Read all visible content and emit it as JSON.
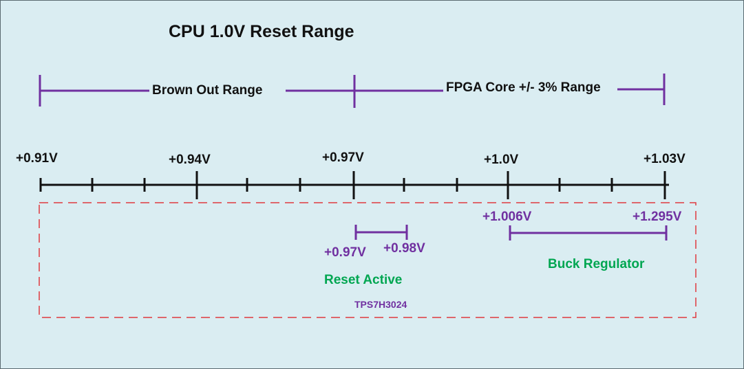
{
  "title": "CPU 1.0V Reset Range",
  "ranges": {
    "brown_out": "Brown Out Range",
    "fpga_core": "FPGA Core +/- 3% Range"
  },
  "axis": {
    "labels": [
      "+0.91V",
      "+0.94V",
      "+0.97V",
      "+1.0V",
      "+1.03V"
    ]
  },
  "reset": {
    "low": "+0.97V",
    "high": "+0.98V",
    "label": "Reset Active",
    "chip": "TPS7H3024"
  },
  "buck": {
    "low": "+1.006V",
    "high": "+1.295V",
    "label": "Buck Regulator"
  },
  "colors": {
    "background": "#daedf2",
    "purple": "#7030a0",
    "green": "#00a651",
    "dashed_box": "#e0393e",
    "axis": "#111111"
  }
}
